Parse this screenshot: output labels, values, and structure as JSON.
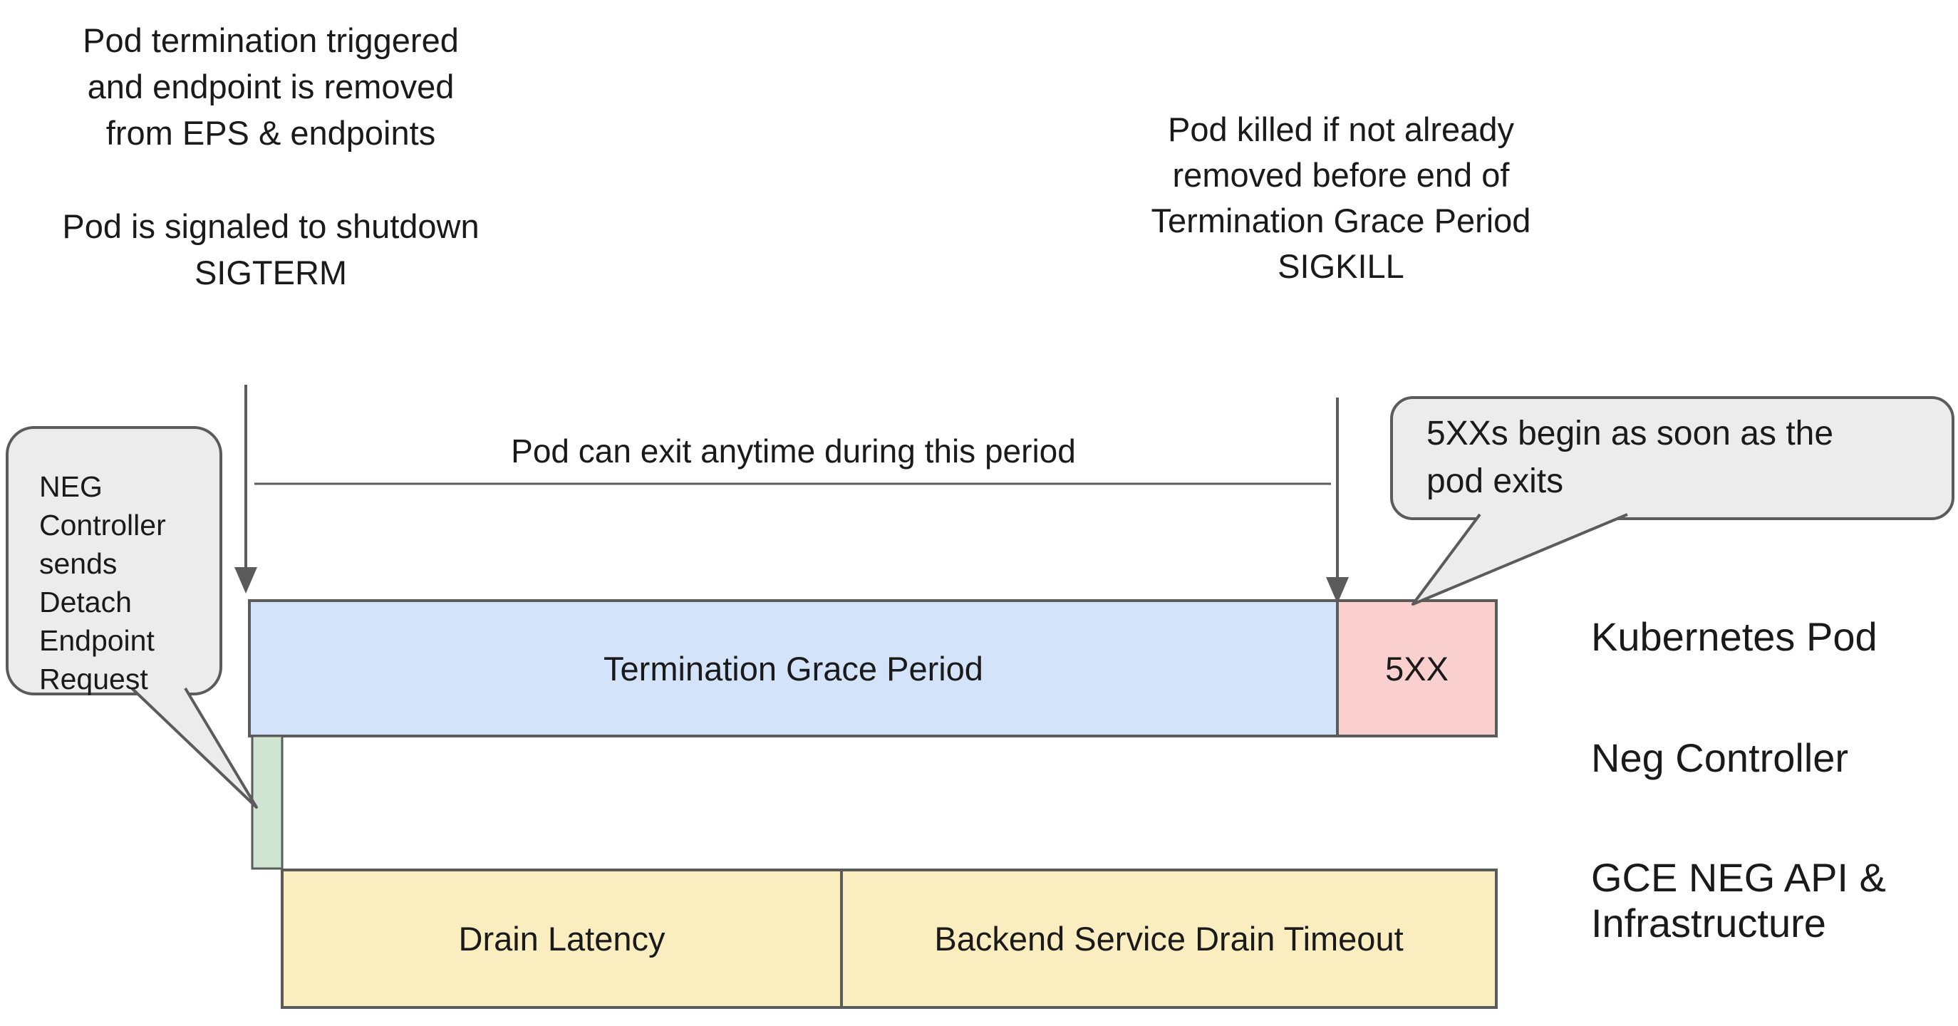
{
  "colors": {
    "termination_bar": "#d3e3fa",
    "error_bar": "#f9d0cd",
    "detach_bar": "#cfe5d2",
    "drain_bar": "#faeec1",
    "bubble_fill": "#ececec",
    "line": "#5b5b5b"
  },
  "annotations": {
    "pod_termination": {
      "lines": [
        "Pod termination triggered",
        "and endpoint is removed",
        "from EPS & endpoints"
      ],
      "lines2": [
        "Pod is signaled to shutdown",
        "SIGTERM"
      ]
    },
    "pod_killed": {
      "lines": [
        "Pod killed if not already",
        "removed before end of",
        "Termination Grace Period",
        "SIGKILL"
      ]
    },
    "exit_period": "Pod can exit anytime during this period"
  },
  "bubbles": {
    "neg_controller": {
      "lines": [
        "NEG",
        "Controller",
        "sends",
        "Detach",
        "Endpoint",
        "Request"
      ]
    },
    "five_xx": {
      "lines": [
        "5XXs begin as soon as the",
        "pod exits"
      ]
    }
  },
  "bars": {
    "termination_grace_period": "Termination Grace Period",
    "five_xx": "5XX",
    "drain_latency": "Drain Latency",
    "backend_drain_timeout": "Backend Service Drain Timeout"
  },
  "row_labels": {
    "kubernetes_pod": "Kubernetes Pod",
    "neg_controller": "Neg Controller",
    "gce_neg_line1": "GCE NEG API &",
    "gce_neg_line2": "Infrastructure"
  }
}
